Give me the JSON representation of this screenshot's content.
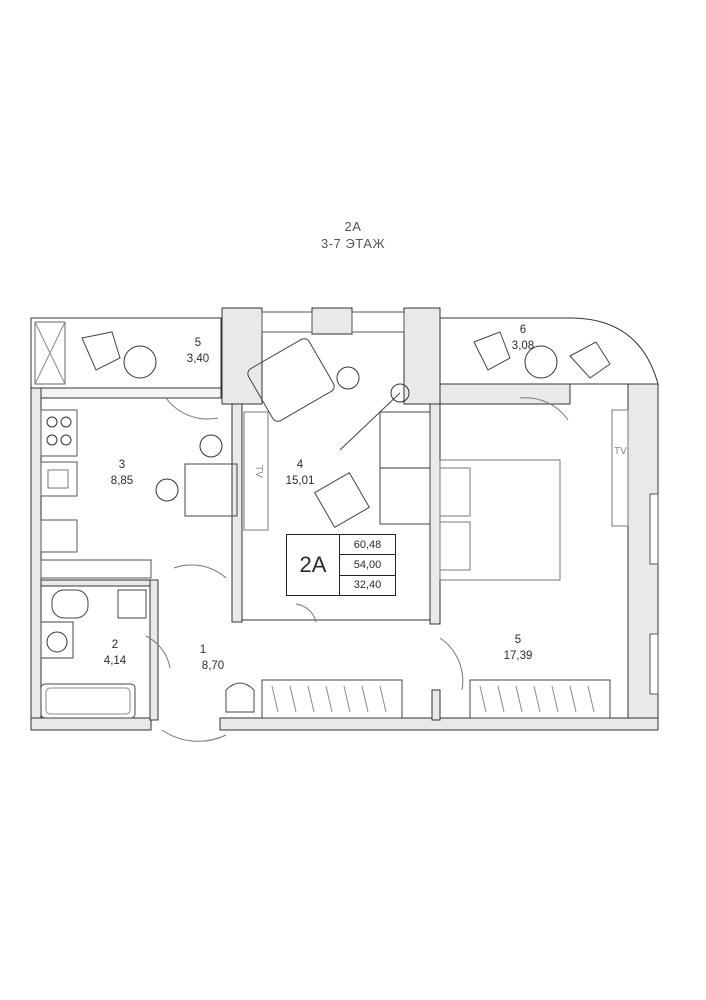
{
  "header": {
    "apartment": "2А",
    "floors": "3-7 ЭТАЖ"
  },
  "summary": {
    "code": "2А",
    "total_area": "60,48",
    "living_area": "54,00",
    "area_3": "32,40"
  },
  "rooms": [
    {
      "number": "1",
      "area": "8,70"
    },
    {
      "number": "2",
      "area": "4,14"
    },
    {
      "number": "3",
      "area": "8,85"
    },
    {
      "number": "4",
      "area": "15,01"
    },
    {
      "number": "5",
      "area": "17,39"
    },
    {
      "number": "5",
      "area": "3,40"
    },
    {
      "number": "6",
      "area": "3,08"
    }
  ],
  "labels": {
    "tv_living": "TV",
    "tv_bedroom": "TV"
  }
}
